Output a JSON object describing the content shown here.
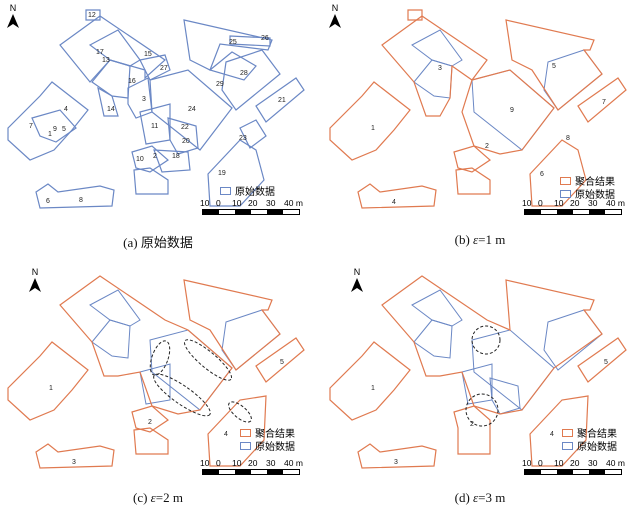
{
  "colors": {
    "original": "#6b88c5",
    "aggregated": "#e07a50",
    "highlight": "#222222"
  },
  "north_label": "N",
  "scale": {
    "ticks": [
      "10",
      "0",
      "10",
      "20",
      "30",
      "40 m"
    ]
  },
  "panels": [
    {
      "caption_prefix": "(a) ",
      "caption_text": "原始数据",
      "legend": [
        "原始数据"
      ],
      "labels": [
        "12",
        "17",
        "13",
        "15",
        "27",
        "16",
        "3",
        "14",
        "4",
        "7",
        "9",
        "5",
        "1",
        "11",
        "10",
        "2",
        "18",
        "20",
        "22",
        "24",
        "29",
        "28",
        "25",
        "26",
        "21",
        "23",
        "19",
        "6",
        "8"
      ]
    },
    {
      "caption_prefix": "(b) ",
      "caption_eps": "ε",
      "caption_text": "=1 m",
      "legend": [
        "聚合结果",
        "原始数据"
      ],
      "labels": [
        "3",
        "5",
        "1",
        "9",
        "7",
        "2",
        "8",
        "6",
        "4"
      ]
    },
    {
      "caption_prefix": "(c) ",
      "caption_eps": "ε",
      "caption_text": "=2 m",
      "legend": [
        "聚合结果",
        "原始数据"
      ],
      "labels": [
        "1",
        "5",
        "2",
        "4",
        "3"
      ]
    },
    {
      "caption_prefix": "(d) ",
      "caption_eps": "ε",
      "caption_text": "=3 m",
      "legend": [
        "聚合结果",
        "原始数据"
      ],
      "labels": [
        "1",
        "5",
        "2",
        "4",
        "3"
      ]
    }
  ]
}
